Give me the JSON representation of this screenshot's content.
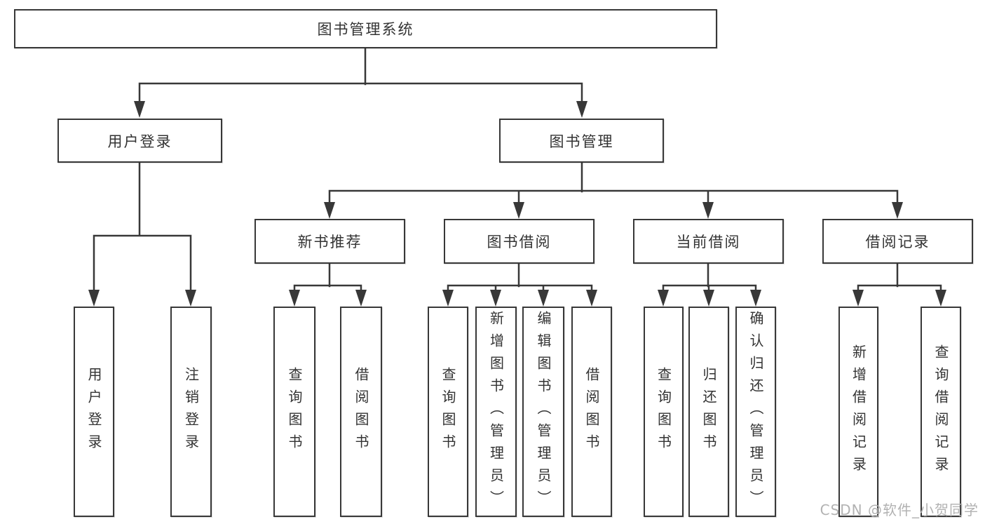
{
  "tree": {
    "root": "图书管理系统",
    "branches": [
      {
        "label": "用户登录",
        "children": [
          "用户登录",
          "注销登录"
        ]
      },
      {
        "label": "图书管理",
        "sections": [
          {
            "label": "新书推荐",
            "children": [
              "查询图书",
              "借阅图书"
            ]
          },
          {
            "label": "图书借阅",
            "children": [
              "查询图书",
              "新增图书（管理员）",
              "编辑图书（管理员）",
              "借阅图书"
            ]
          },
          {
            "label": "当前借阅",
            "children": [
              "查询图书",
              "归还图书",
              "确认归还（管理员）"
            ]
          },
          {
            "label": "借阅记录",
            "children": [
              "新增借阅记录",
              "查询借阅记录"
            ]
          }
        ]
      }
    ]
  },
  "watermark": "CSDN @软件_小贺同学",
  "colors": {
    "line": "#383838",
    "text": "#333333",
    "watermark": "#b2b2b2",
    "background": "#ffffff"
  }
}
